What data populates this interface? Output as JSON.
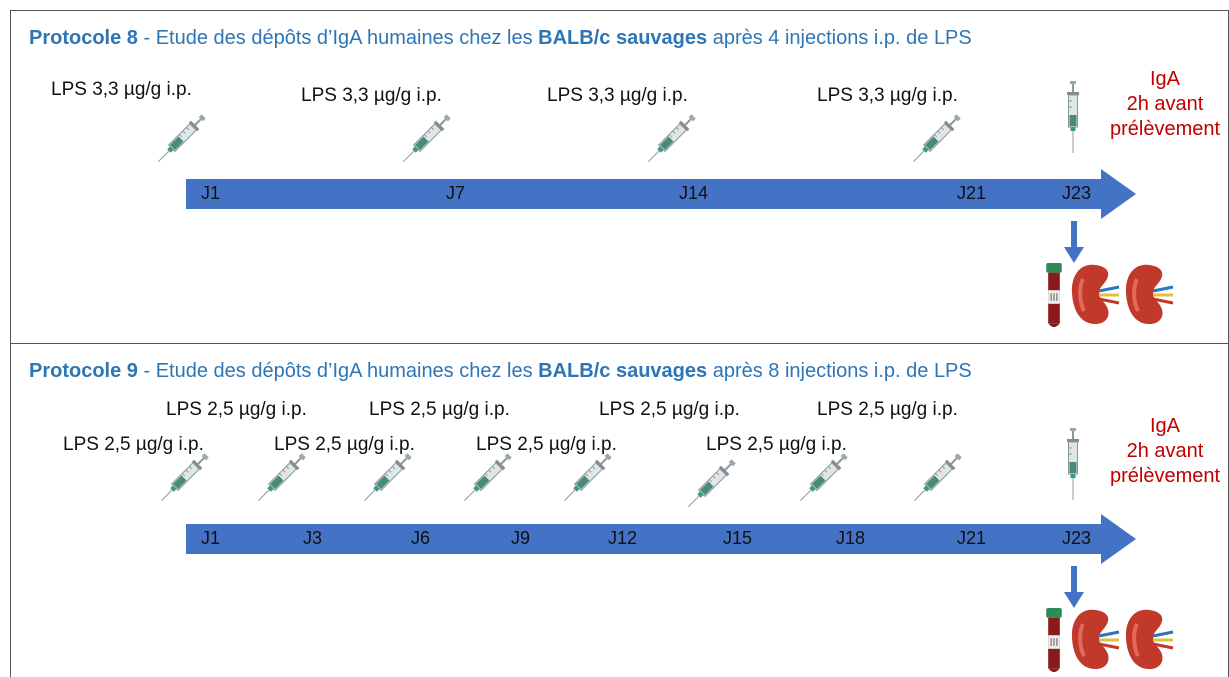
{
  "protocol8": {
    "title_bold1": "Protocole 8",
    "title_mid": " - Etude des dépôts d’IgA humaines chez les ",
    "title_bold2": "BALB/c sauvages",
    "title_end": " après 4 injections i.p. de LPS",
    "dose_labels": [
      "LPS 3,3 µg/g i.p.",
      "LPS 3,3 µg/g i.p.",
      "LPS 3,3 µg/g i.p.",
      "LPS 3,3 µg/g i.p."
    ],
    "days": [
      "J1",
      "J7",
      "J14",
      "J21",
      "J23"
    ],
    "iga_line1": "IgA",
    "iga_line2": "2h avant",
    "iga_line3": "prélèvement"
  },
  "protocol9": {
    "title_bold1": "Protocole 9",
    "title_mid": " - Etude des dépôts d’IgA humaines chez les ",
    "title_bold2": "BALB/c sauvages",
    "title_end": " après 8 injections i.p. de LPS",
    "dose_labels": [
      "LPS 2,5 µg/g i.p.",
      "LPS 2,5 µg/g i.p.",
      "LPS 2,5 µg/g i.p.",
      "LPS 2,5 µg/g i.p.",
      "LPS 2,5 µg/g i.p.",
      "LPS 2,5 µg/g i.p.",
      "LPS 2,5 µg/g i.p.",
      "LPS 2,5 µg/g i.p."
    ],
    "days": [
      "J1",
      "J3",
      "J6",
      "J9",
      "J12",
      "J15",
      "J18",
      "J21",
      "J23"
    ],
    "iga_line1": "IgA",
    "iga_line2": "2h avant",
    "iga_line3": "prélèvement"
  },
  "colors": {
    "title_blue": "#2e75b6",
    "timeline_blue": "#4472c4",
    "iga_red": "#c00000",
    "kidney_red": "#c0392b"
  },
  "icons": [
    "syringe-icon",
    "blood-tube-icon",
    "kidney-icon",
    "down-arrow-icon"
  ]
}
